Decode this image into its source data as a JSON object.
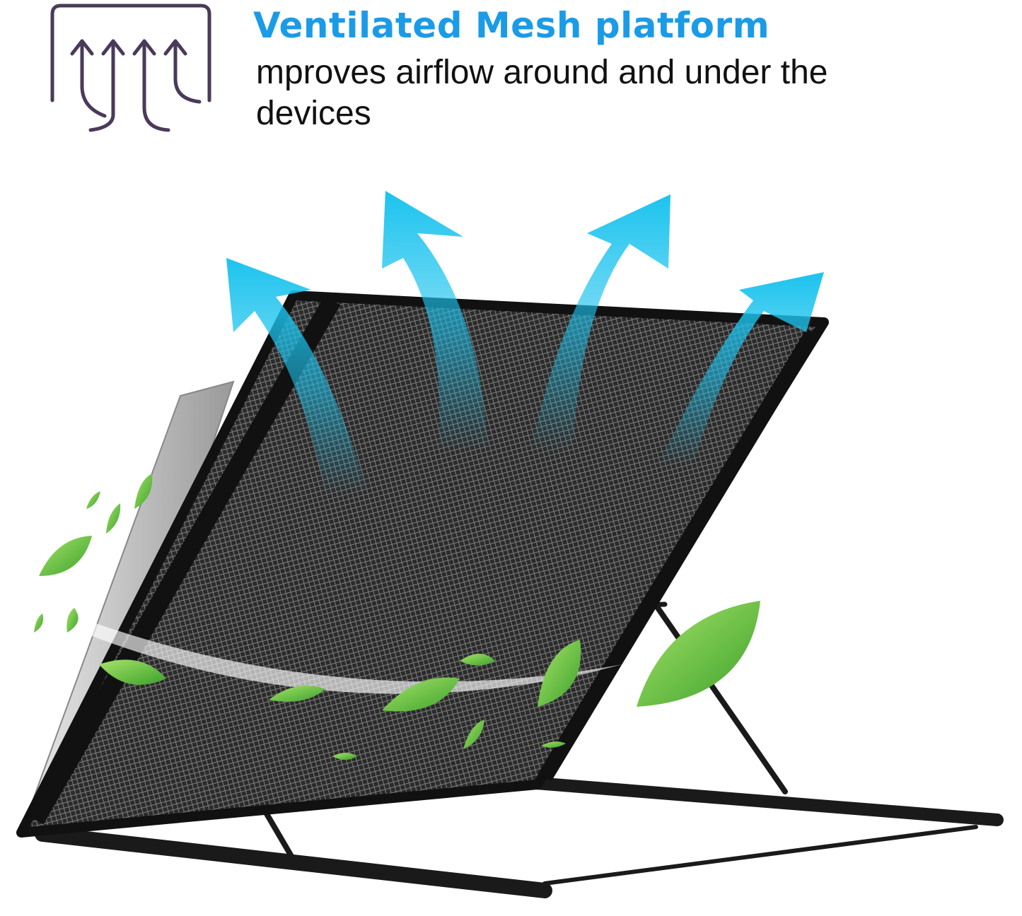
{
  "header": {
    "headline": "Ventilated Mesh platform",
    "subtext": "mproves airflow around and under the devices",
    "icon": "airflow-up-arrows-icon"
  },
  "colors": {
    "headline": "#1a9be8",
    "icon_stroke": "#4a3a5a",
    "arrow_cyan": "#1cc3ee",
    "leaf_green": "#5cc23a",
    "frame_black": "#1a1a1a"
  },
  "illustration": {
    "subject": "mesh-laptop-stand",
    "arrow_icon": "airflow-arrow-icon",
    "leaf_icon": "leaf-icon"
  }
}
